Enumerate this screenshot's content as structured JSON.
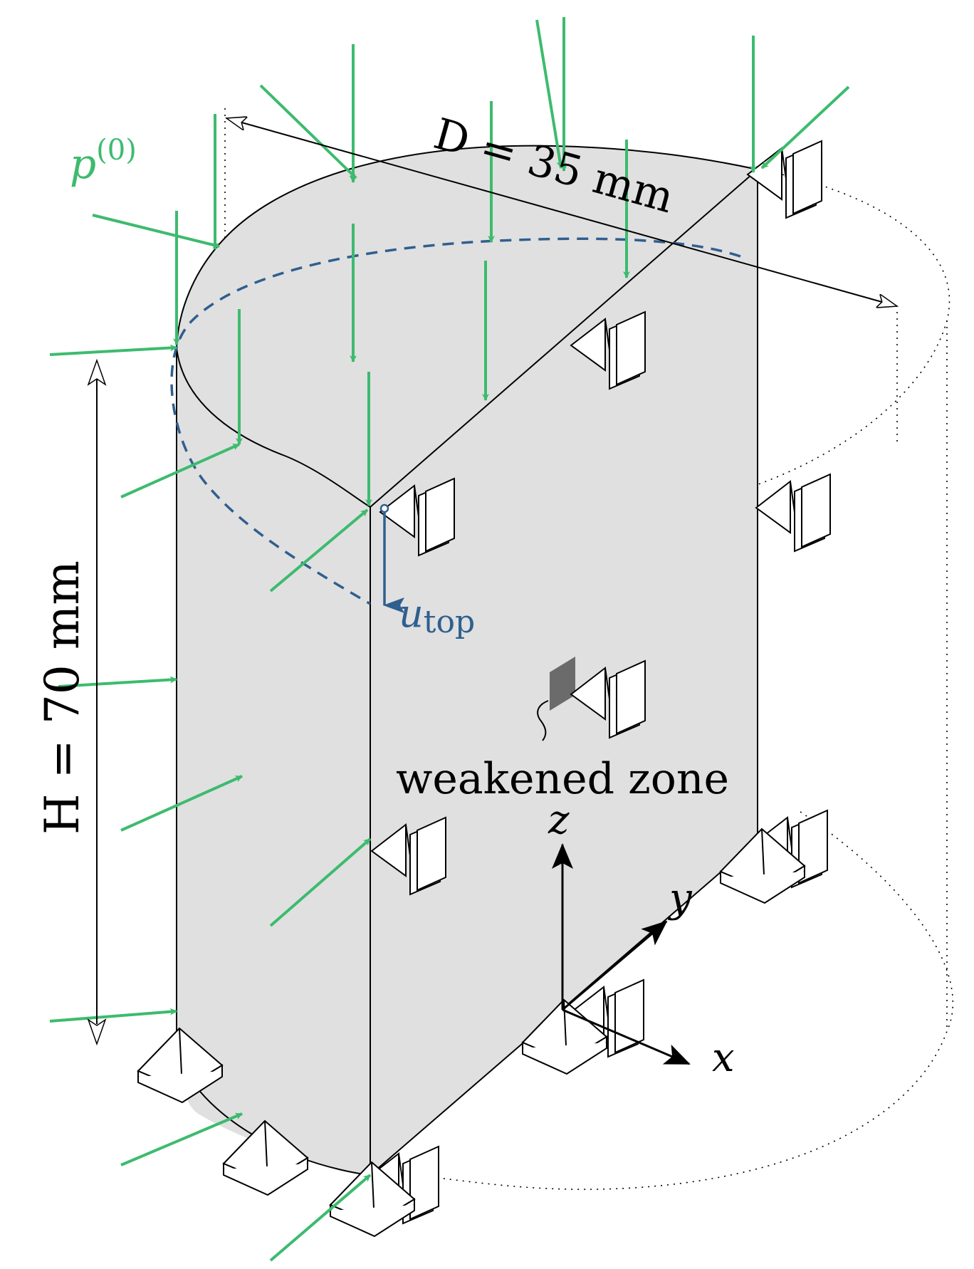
{
  "labels": {
    "pressure_symbol": "p",
    "pressure_superscript": "(0)",
    "diameter": "D = 35 mm",
    "height": "H = 70 mm",
    "displacement_symbol": "u",
    "displacement_subscript": "top",
    "weakened_zone": "weakened zone",
    "axis_x": "x",
    "axis_y": "y",
    "axis_z": "z"
  },
  "colors": {
    "load": "#3dbb6e",
    "displacement": "#2f5f8e",
    "body_fill": "#e0e0e0",
    "outline": "#000000",
    "weakened_zone": "#6b6b6b"
  }
}
